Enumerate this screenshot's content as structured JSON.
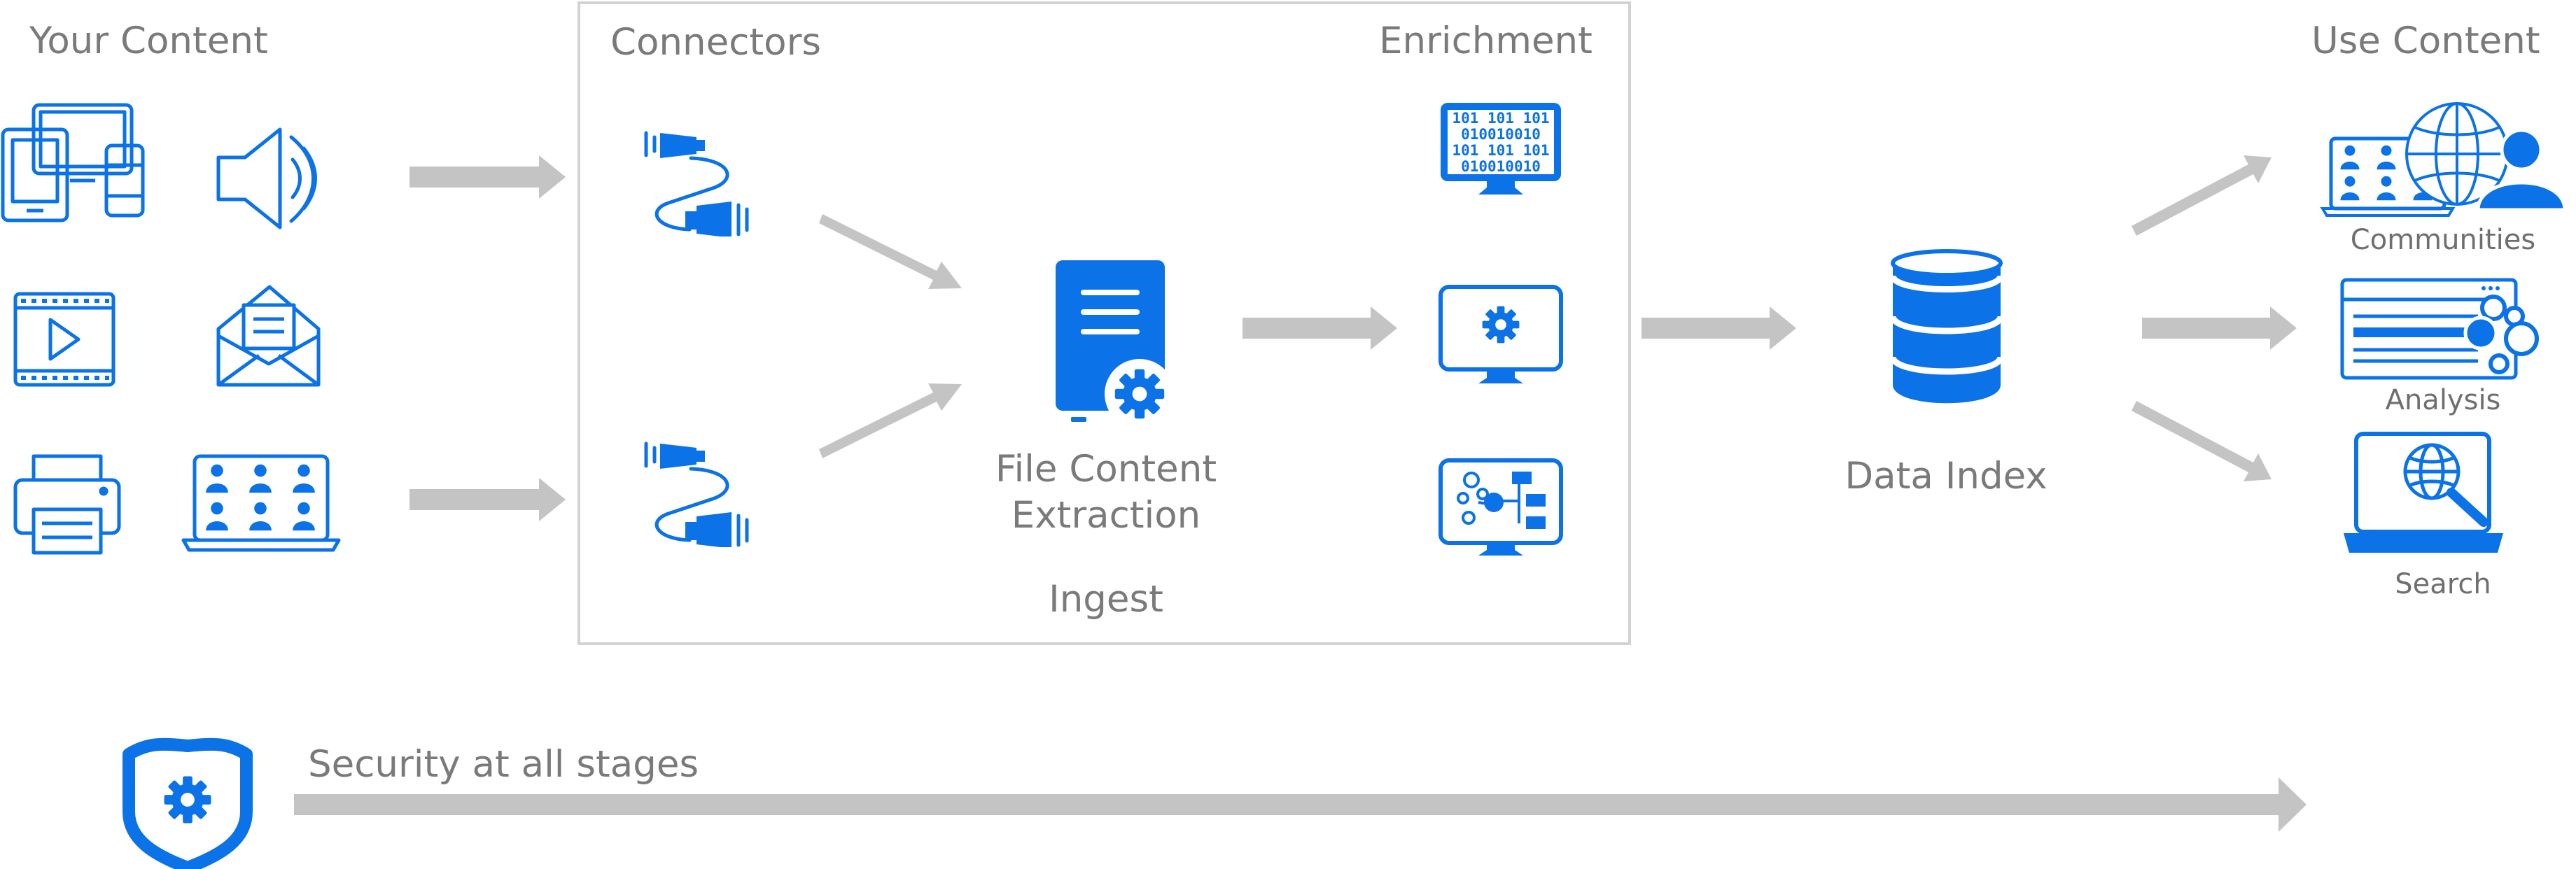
{
  "headings": {
    "your_content": "Your Content",
    "connectors": "Connectors",
    "enrichment": "Enrichment",
    "use_content": "Use Content"
  },
  "labels": {
    "file_content_line1": "File Content",
    "file_content_line2": "Extraction",
    "ingest": "Ingest",
    "data_index": "Data Index",
    "communities": "Communities",
    "analysis": "Analysis",
    "search": "Search",
    "security": "Security at all stages"
  },
  "binary_rows": [
    "101 101 101",
    "010010010",
    "101 101 101",
    "010010010"
  ],
  "colors": {
    "accent": "#0b72e7",
    "arrow": "#c4c4c4",
    "box_border": "#d2d2d2",
    "text": "#7a7a7a"
  }
}
